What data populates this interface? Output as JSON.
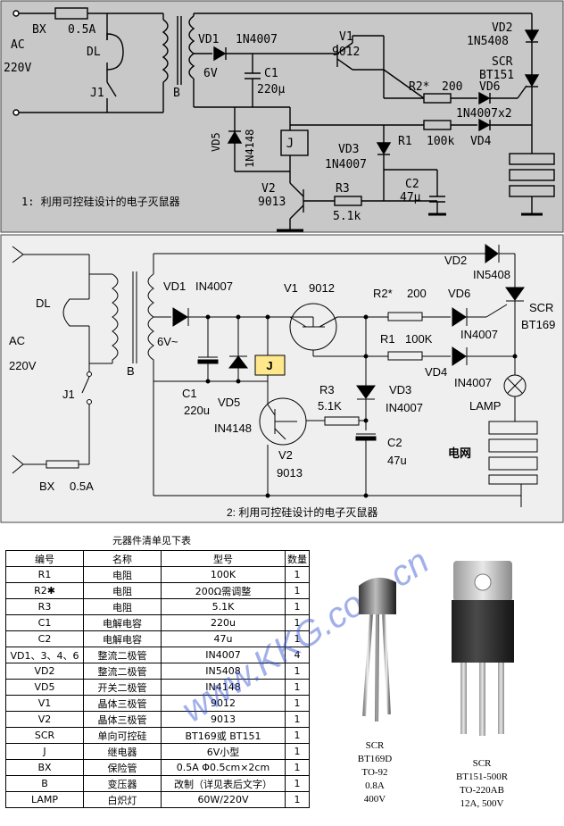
{
  "top_diagram": {
    "labels": {
      "bx": "BX",
      "bx_val": "0.5A",
      "dl": "DL",
      "ac": "AC",
      "ac_v": "220V",
      "j1": "J1",
      "b": "B",
      "vd1": "VD1",
      "vd1_val": "1N4007",
      "v6": "6V",
      "c1": "C1",
      "c1_val": "220μ",
      "v1": "V1",
      "v1_val": "9012",
      "vd2": "VD2",
      "vd2_val": "1N5408",
      "scr": "SCR",
      "scr_val": "BT151",
      "r2": "R2*",
      "r2_val": "200",
      "vd6": "VD6",
      "vd_val": "1N4007x2",
      "r1": "R1",
      "r1_val": "100k",
      "vd4": "VD4",
      "vd5": "VD5",
      "vd5_val": "1N4148",
      "j": "J",
      "vd3": "VD3",
      "vd3_val": "1N4007",
      "c2": "C2",
      "c2_val": "47μ",
      "v2": "V2",
      "v2_val": "9013",
      "r3": "R3",
      "r3_val": "5.1k"
    },
    "caption": "1: 利用可控硅设计的电子灭鼠器"
  },
  "bottom_diagram": {
    "labels": {
      "dl": "DL",
      "ac": "AC",
      "ac_v": "220V",
      "j1": "J1",
      "bx": "BX",
      "bx_val": "0.5A",
      "b": "B",
      "vd1": "VD1",
      "vd1_val": "IN4007",
      "v6": "6V~",
      "c1": "C1",
      "c1_val": "220u",
      "vd5": "VD5",
      "vd5_val": "IN4148",
      "j": "J",
      "v1": "V1",
      "v1_val": "9012",
      "r2": "R2*",
      "r2_val": "200",
      "vd6": "VD6",
      "vd6_val": "IN4007",
      "r1": "R1",
      "r1_val": "100K",
      "vd4": "VD4",
      "vd4_val": "IN4007",
      "vd2": "VD2",
      "vd2_val": "IN5408",
      "scr": "SCR",
      "scr_val": "BT169",
      "lamp": "LAMP",
      "grid": "电网",
      "r3": "R3",
      "r3_val": "5.1K",
      "vd3": "VD3",
      "vd3_val": "IN4007",
      "c2": "C2",
      "c2_val": "47u",
      "v2": "V2",
      "v2_val": "9013"
    },
    "caption": "2: 利用可控硅设计的电子灭鼠器"
  },
  "parts_list": {
    "title": "元器件清单见下表",
    "headers": [
      "编号",
      "名称",
      "型号",
      "数量"
    ],
    "rows": [
      [
        "R1",
        "电阻",
        "100K",
        "1"
      ],
      [
        "R2✱",
        "电阻",
        "200Ω需调整",
        "1"
      ],
      [
        "R3",
        "电阻",
        "5.1K",
        "1"
      ],
      [
        "C1",
        "电解电容",
        "220u",
        "1"
      ],
      [
        "C2",
        "电解电容",
        "47u",
        "1"
      ],
      [
        "VD1、3、4、6",
        "整流二极管",
        "IN4007",
        "4"
      ],
      [
        "VD2",
        "整流二极管",
        "IN5408",
        "1"
      ],
      [
        "VD5",
        "开关二极管",
        "IN4148",
        "1"
      ],
      [
        "V1",
        "晶体三极管",
        "9012",
        "1"
      ],
      [
        "V2",
        "晶体三极管",
        "9013",
        "1"
      ],
      [
        "SCR",
        "单向可控硅",
        "BT169或 BT151",
        "1"
      ],
      [
        "J",
        "继电器",
        "6V小型",
        "1"
      ],
      [
        "BX",
        "保险管",
        "0.5A  Φ0.5cm×2cm",
        "1"
      ],
      [
        "B",
        "变压器",
        "改制（详见表后文字）",
        "1"
      ],
      [
        "LAMP",
        "白炽灯",
        "60W/220V",
        "1"
      ]
    ]
  },
  "watermark": "www.KKG.com.cn",
  "photos": {
    "to92": {
      "lines": [
        "SCR",
        "BT169D",
        "TO-92",
        "0.8A",
        "400V"
      ]
    },
    "to220": {
      "lines": [
        "SCR",
        "BT151-500R",
        "TO-220AB",
        "12A, 500V"
      ]
    }
  },
  "colors": {
    "top_bg": "#c8c8c8",
    "bottom_bg": "#efefef",
    "relay_fill": "#ffe88c",
    "watermark": "#3050d0"
  }
}
